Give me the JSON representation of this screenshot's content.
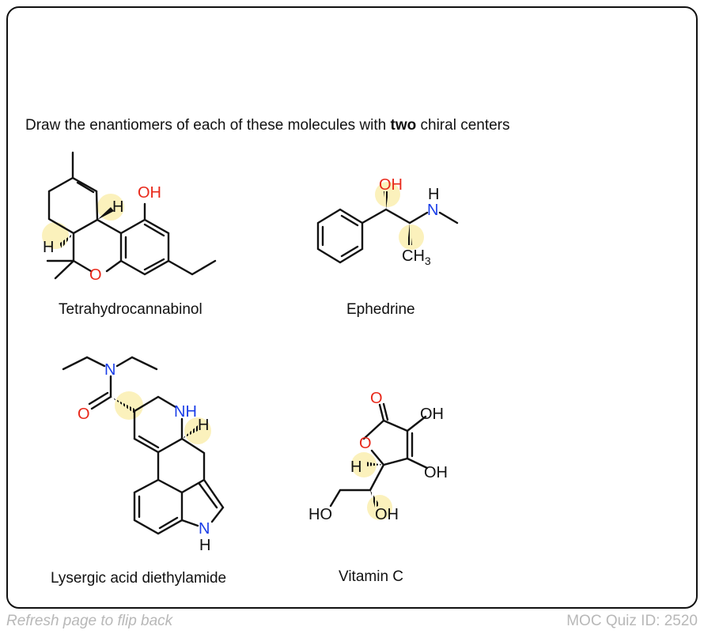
{
  "prompt": {
    "before": "Draw the enantiomers of each of these molecules with ",
    "bold": "two",
    "after": " chiral centers"
  },
  "molecules": [
    {
      "name": "Tetrahydrocannabinol",
      "labels": {
        "oh": "OH",
        "o": "O",
        "h1": "H",
        "h2": "H"
      }
    },
    {
      "name": "Ephedrine",
      "labels": {
        "oh": "OH",
        "n": "N",
        "nh": "H",
        "ch": "CH",
        "sub": "3"
      }
    },
    {
      "name": "Lysergic acid diethylamide",
      "labels": {
        "n": "N",
        "o": "O",
        "nh": "NH",
        "h": "H",
        "n2": "N",
        "h2": "H"
      }
    },
    {
      "name": "Vitamin C",
      "labels": {
        "o1": "O",
        "oh1": "OH",
        "oh2": "OH",
        "o": "O",
        "h": "H",
        "ho": "HO",
        "oh3": "OH"
      }
    }
  ],
  "highlight_color": "#f6df6a",
  "footer": {
    "left": "Refresh page to flip back",
    "right": "MOC Quiz ID: 2520"
  }
}
